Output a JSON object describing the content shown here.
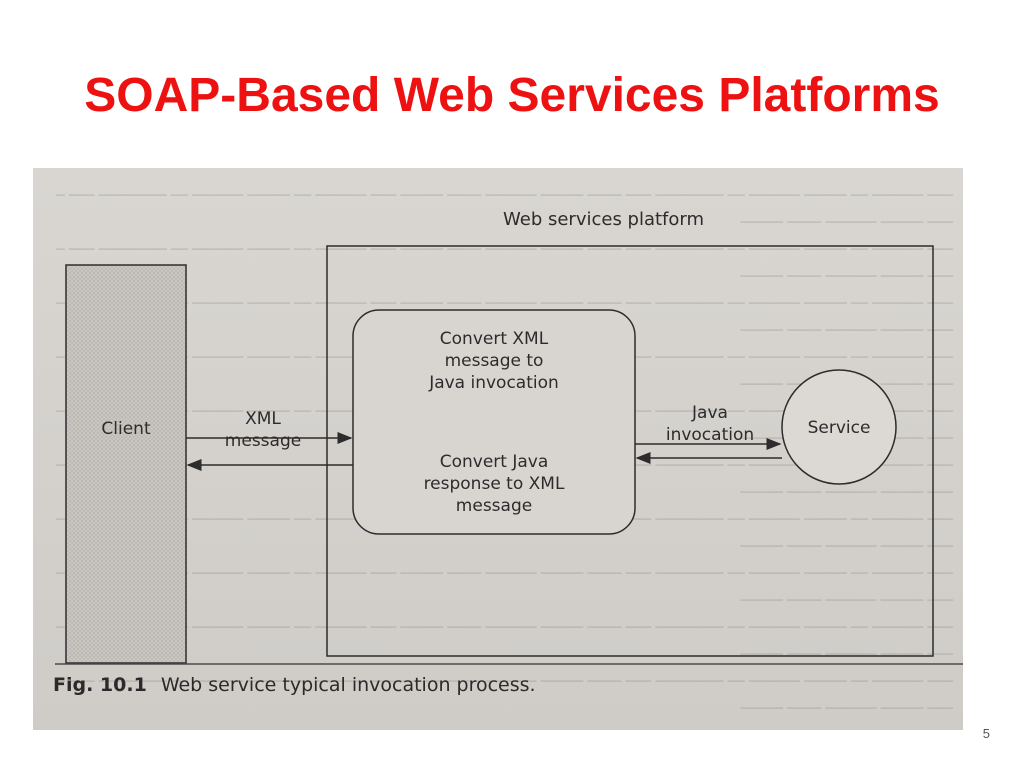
{
  "slide": {
    "title": "SOAP-Based Web Services Platforms",
    "page_number": "5"
  },
  "figure": {
    "platform_label": "Web services platform",
    "client_label": "Client",
    "xml_message_label": "XML\nmessage",
    "convert_xml_label": "Convert XML\nmessage to\nJava invocation",
    "convert_java_label": "Convert Java\nresponse to XML\nmessage",
    "java_invocation_label": "Java\ninvocation",
    "service_label": "Service",
    "caption_number": "Fig. 10.1",
    "caption_text": "Web service typical invocation process."
  },
  "colors": {
    "title": "#ee1111",
    "scan_background": "#d6d3cf",
    "line": "#2c2c2c"
  }
}
